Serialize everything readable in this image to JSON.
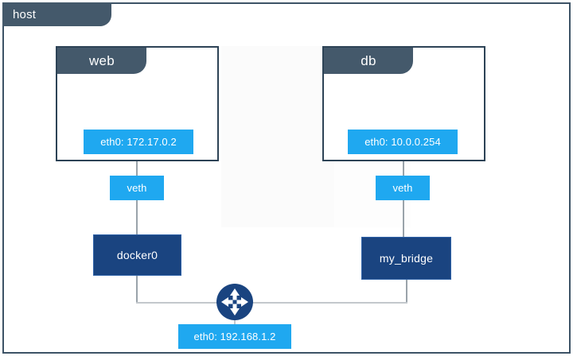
{
  "diagram": {
    "type": "network-topology",
    "host": {
      "label": "host",
      "border_color": "#3d5366",
      "tab_color": "#44596b"
    },
    "containers": [
      {
        "name": "web",
        "interface": "eth0: 172.17.0.2",
        "veth": "veth",
        "bridge": "docker0"
      },
      {
        "name": "db",
        "interface": "eth0: 10.0.0.254",
        "veth": "veth",
        "bridge": "my_bridge"
      }
    ],
    "host_interface": {
      "label": "eth0: 192.168.1.2"
    },
    "router": {
      "icon": "router-icon",
      "color": "#1a4480"
    },
    "colors": {
      "interface_blue": "#1fa8f0",
      "bridge_navy": "#1a4480",
      "slate": "#44596b",
      "edge_gray": "#9aa3aa"
    }
  }
}
